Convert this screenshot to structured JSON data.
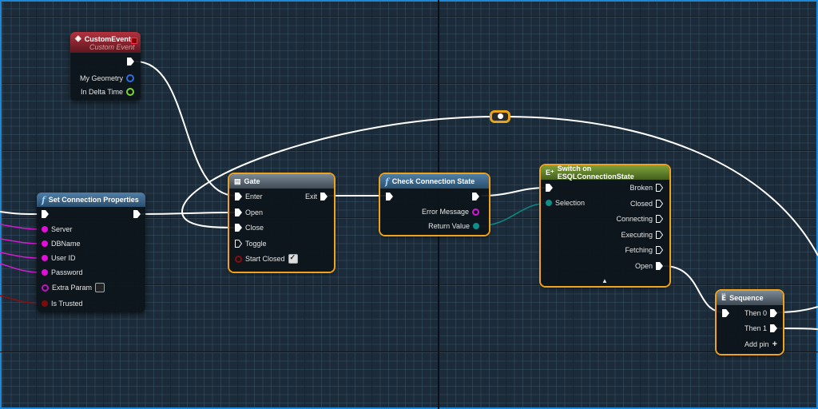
{
  "graph": {
    "nodes": {
      "custom_event": {
        "title": "CustomEvent",
        "subtitle": "Custom Event",
        "header_color": "#a52a35",
        "pins": [
          {
            "label": "My Geometry",
            "type": "struct",
            "color": "#2f6fe0"
          },
          {
            "label": "In Delta Time",
            "type": "float",
            "color": "#7cd33a"
          }
        ]
      },
      "set_connection_properties": {
        "title": "Set Connection Properties",
        "icon": "function-icon",
        "inputs": [
          {
            "label": "Server",
            "type": "string",
            "color": "#e10fd8",
            "connected": true
          },
          {
            "label": "DBName",
            "type": "string",
            "color": "#e10fd8",
            "connected": true
          },
          {
            "label": "User ID",
            "type": "string",
            "color": "#e10fd8",
            "connected": true
          },
          {
            "label": "Password",
            "type": "string",
            "color": "#e10fd8",
            "connected": true
          },
          {
            "label": "Extra Param",
            "type": "string",
            "color": "#c014c0",
            "connected": false,
            "checkbox": false
          },
          {
            "label": "Is Trusted",
            "type": "bool",
            "color": "#8a0c0c",
            "connected": true
          }
        ]
      },
      "gate": {
        "title": "Gate",
        "icon": "gate-icon",
        "inputs": [
          {
            "label": "Enter",
            "connected": true
          },
          {
            "label": "Open",
            "connected": true
          },
          {
            "label": "Close",
            "connected": true
          },
          {
            "label": "Toggle",
            "connected": false
          }
        ],
        "start_closed_label": "Start Closed",
        "start_closed": true,
        "output": "Exit"
      },
      "check_connection_state": {
        "title": "Check Connection State",
        "icon": "function-icon",
        "outputs": [
          {
            "label": "Error Message",
            "color": "#d21ad2",
            "connected": false
          },
          {
            "label": "Return Value",
            "color": "#0f8f8a",
            "connected": true
          }
        ]
      },
      "switch": {
        "title": "Switch on ESQLConnectionState",
        "icon": "switch-icon",
        "header_color": "#6a8b2c",
        "input_label": "Selection",
        "outputs": [
          {
            "label": "Broken",
            "connected": false
          },
          {
            "label": "Closed",
            "connected": false
          },
          {
            "label": "Connecting",
            "connected": false
          },
          {
            "label": "Executing",
            "connected": false
          },
          {
            "label": "Fetching",
            "connected": false
          },
          {
            "label": "Open",
            "connected": true
          }
        ],
        "expand_glyph": "▲"
      },
      "sequence": {
        "title": "Sequence",
        "icon": "sequence-icon",
        "outputs": [
          {
            "label": "Then 0",
            "connected": true
          },
          {
            "label": "Then 1",
            "connected": true
          }
        ],
        "add_pin_label": "Add pin",
        "add_pin_glyph": "+"
      }
    },
    "colors": {
      "exec_wire": "#ffffff",
      "string_wire": "#d31ccf",
      "bool_wire": "#8a1010",
      "enum_wire": "#0b8a86",
      "selection": "#f0a21c",
      "background": "#1c2b39"
    }
  }
}
